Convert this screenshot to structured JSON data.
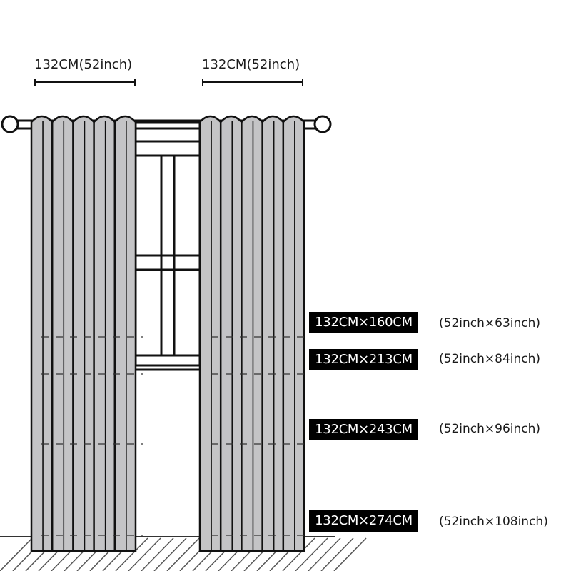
{
  "widths": [
    {
      "label": "132CM(52inch)"
    },
    {
      "label": "132CM(52inch)"
    }
  ],
  "sizes": [
    {
      "cm": "132CM×160CM",
      "inch": "(52inch×63inch)"
    },
    {
      "cm": "132CM×213CM",
      "inch": "(52inch×84inch)"
    },
    {
      "cm": "132CM×243CM",
      "inch": "(52inch×96inch)"
    },
    {
      "cm": "132CM×274CM",
      "inch": "(52inch×108inch)"
    }
  ],
  "colors": {
    "curtain": "#c4c4c6",
    "outline": "#111111",
    "badge": "#000000",
    "badge_text": "#ffffff",
    "floor_hatch": "#555555"
  }
}
